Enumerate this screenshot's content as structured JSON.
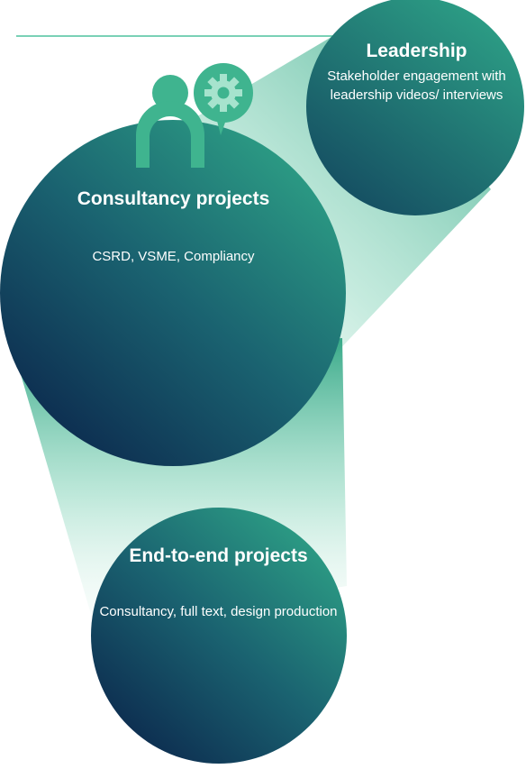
{
  "colors": {
    "accent": "#3fb48f",
    "dark": "#0f2f52",
    "mid": "#1e6e70",
    "rule": "#4fc29d"
  },
  "icons": [
    "people-icon",
    "gear-icon"
  ],
  "nodes": {
    "leadership": {
      "title": "Leadership",
      "description": "Stakeholder engagement with leadership videos/ interviews"
    },
    "consultancy": {
      "title": "Consultancy projects",
      "description": "CSRD, VSME, Compliancy"
    },
    "end_to_end": {
      "title": "End-to-end projects",
      "description": "Consultancy, full text, design production"
    }
  }
}
